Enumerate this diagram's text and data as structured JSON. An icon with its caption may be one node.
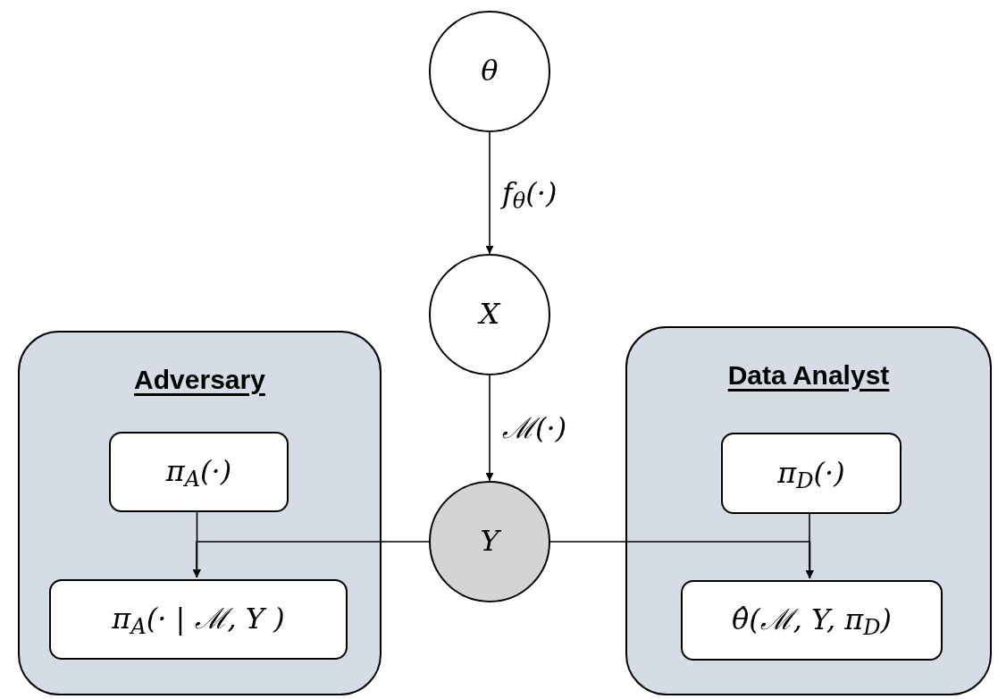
{
  "diagram": {
    "nodes": [
      {
        "text": [
          "θ"
        ]
      },
      {
        "text": [
          "X"
        ]
      },
      {
        "text": [
          "Adversary"
        ]
      },
      {
        "text": [
          "π$_{A}$(·)"
        ],
        "in": 2
      },
      {
        "text": [
          "π$_{A}$(· | ℳ, Y )"
        ],
        "in": 2
      },
      {
        "text": [
          "Y"
        ]
      },
      {
        "text": [
          "Data Analyst"
        ]
      },
      {
        "text": [
          "π$_{D}$(·)"
        ],
        "in": 6
      },
      {
        "text": [
          "θ̂(ℳ, Y, π$_{D}$)"
        ],
        "in": 6
      }
    ],
    "edges": [
      {
        "from": 0,
        "to": 1,
        "arrow": "to",
        "label": "f$_{θ}$(·)"
      },
      {
        "from": 1,
        "to": 5,
        "arrow": "to",
        "label": "ℳ(·)"
      },
      {
        "from": 3,
        "to": 4,
        "arrow": "to"
      },
      {
        "from": 5,
        "to": 4,
        "arrow": "to"
      },
      {
        "from": 7,
        "to": 8,
        "arrow": "to"
      },
      {
        "from": 5,
        "to": 8,
        "arrow": "to"
      }
    ]
  }
}
